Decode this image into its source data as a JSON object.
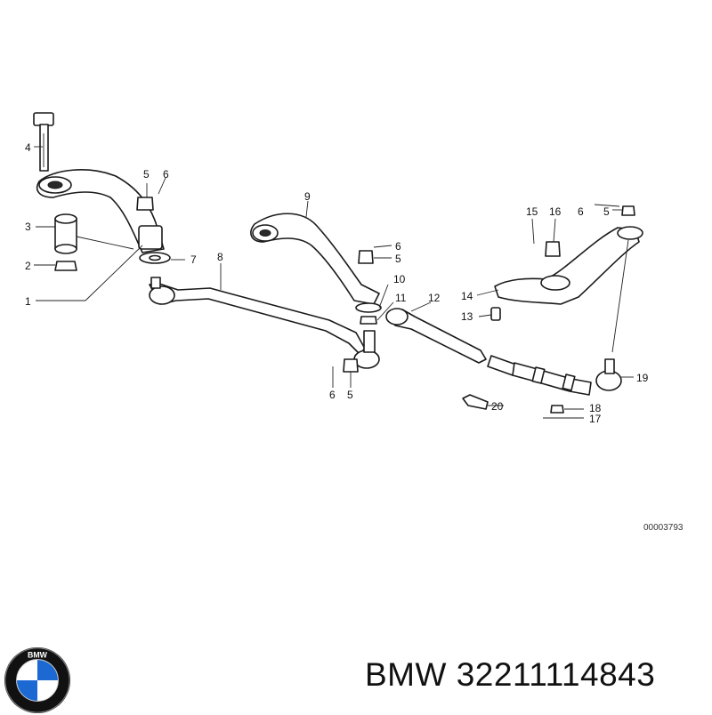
{
  "callouts": [
    {
      "label": "1"
    },
    {
      "label": "2"
    },
    {
      "label": "3"
    },
    {
      "label": "4"
    },
    {
      "label": "5"
    },
    {
      "label": "6"
    },
    {
      "label": "7"
    },
    {
      "label": "8"
    },
    {
      "label": "9"
    },
    {
      "label": "6"
    },
    {
      "label": "5"
    },
    {
      "label": "10"
    },
    {
      "label": "11"
    },
    {
      "label": "12"
    },
    {
      "label": "6"
    },
    {
      "label": "5"
    },
    {
      "label": "15"
    },
    {
      "label": "16"
    },
    {
      "label": "6"
    },
    {
      "label": "5"
    },
    {
      "label": "14"
    },
    {
      "label": "13"
    },
    {
      "label": "19"
    },
    {
      "label": "20"
    },
    {
      "label": "18"
    },
    {
      "label": "17"
    }
  ],
  "diagram_ref": "00003793",
  "brand": "BMW",
  "part_number": "32211114843",
  "logo": {
    "icon": "bmw-roundel-icon",
    "letters": "BMW",
    "colors": {
      "blue": "#1c69d4",
      "ring": "#111111"
    }
  }
}
